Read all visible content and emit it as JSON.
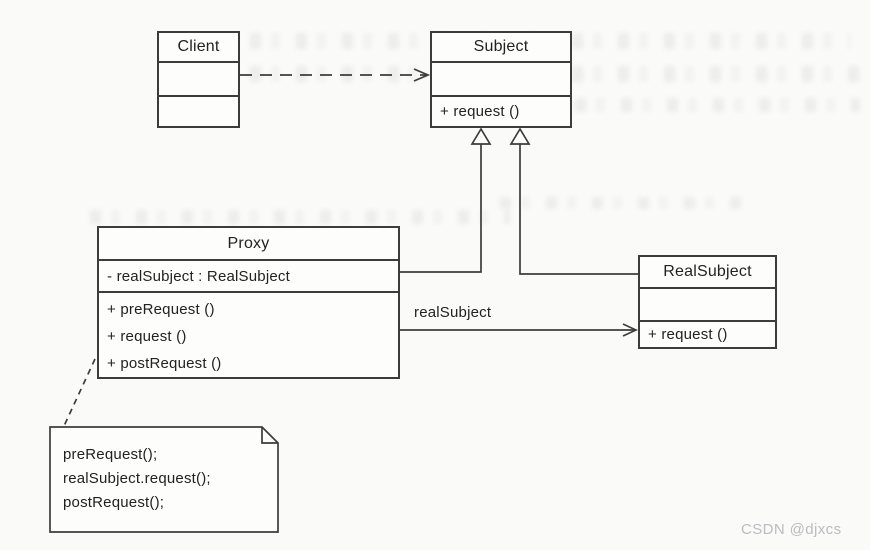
{
  "classes": {
    "client": {
      "name": "Client",
      "attributes": [],
      "methods": []
    },
    "subject": {
      "name": "Subject",
      "attributes": [],
      "methods": [
        "+ request ()"
      ]
    },
    "proxy": {
      "name": "Proxy",
      "attributes": [
        "- realSubject : RealSubject"
      ],
      "methods": [
        "+ preRequest ()",
        "+ request ()",
        "+ postRequest ()"
      ]
    },
    "realSubject": {
      "name": "RealSubject",
      "attributes": [],
      "methods": [
        "+ request ()"
      ]
    }
  },
  "relationships": {
    "client_to_subject": {
      "type": "dashed-dependency",
      "from": "Client",
      "to": "Subject"
    },
    "proxy_to_subject": {
      "type": "generalization",
      "from": "Proxy",
      "to": "Subject"
    },
    "realsubject_to_subject": {
      "type": "generalization",
      "from": "RealSubject",
      "to": "Subject"
    },
    "proxy_to_realsubject": {
      "type": "association",
      "label": "realSubject",
      "from": "Proxy",
      "to": "RealSubject"
    }
  },
  "note": {
    "lines": [
      "preRequest();",
      "realSubject.request();",
      "postRequest();"
    ]
  },
  "watermark": "CSDN @djxcs",
  "colors": {
    "line": "#3c3c3c",
    "text": "#222222",
    "box_fill": "#fdfdfc",
    "background": "#fafaf8",
    "watermark": "#b9bdc0"
  }
}
